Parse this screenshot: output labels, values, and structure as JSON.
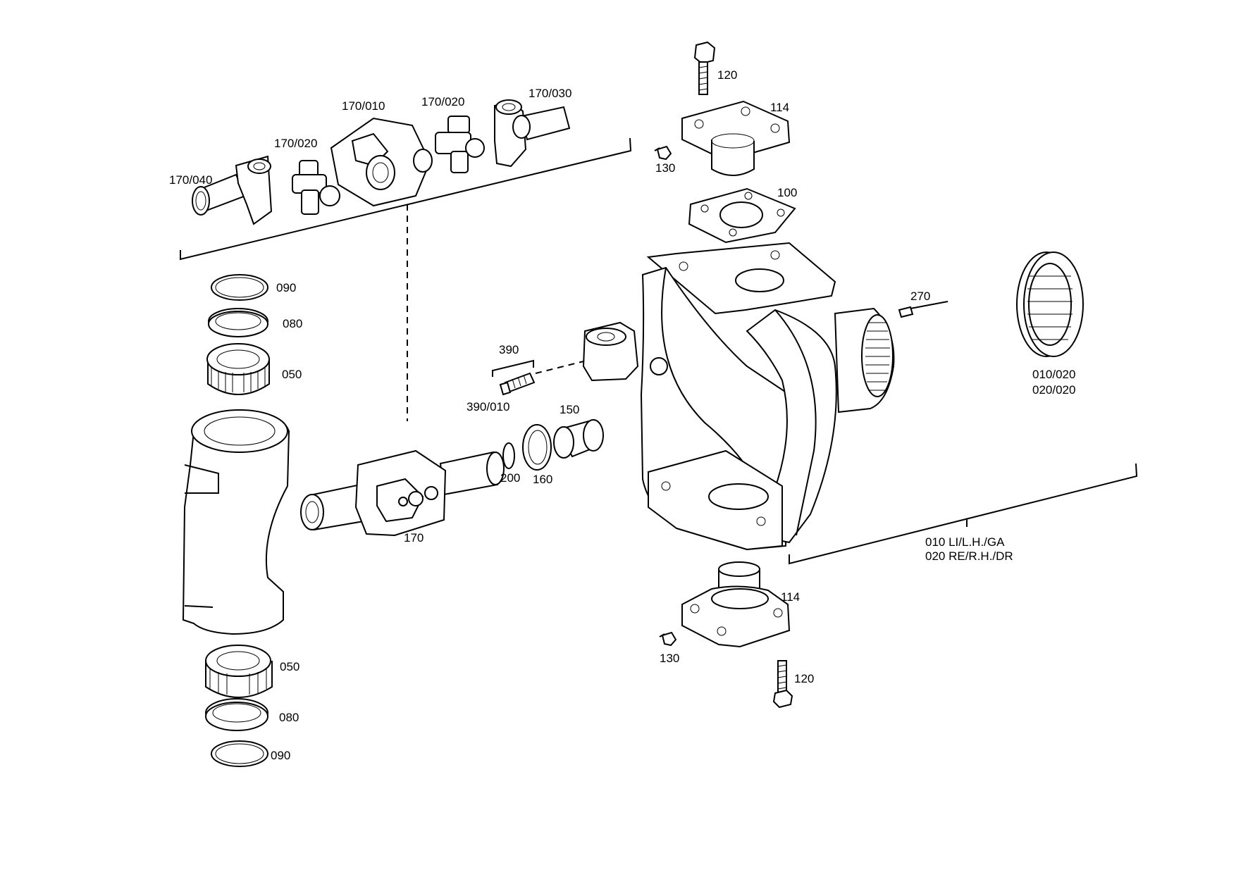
{
  "labels": {
    "p120_top": "120",
    "p114_top": "114",
    "p130_top": "130",
    "p100": "100",
    "p170_010": "170/010",
    "p170_020a": "170/020",
    "p170_030": "170/030",
    "p170_020b": "170/020",
    "p170_040": "170/040",
    "p090_top": "090",
    "p080_top": "080",
    "p050_top": "050",
    "p270": "270",
    "p010_020": "010/020",
    "p020_020": "020/020",
    "p390": "390",
    "p390_010": "390/010",
    "p150": "150",
    "p200": "200",
    "p160": "160",
    "p170": "170",
    "variant_010": "010 LI/L.H./GA",
    "variant_020": "020 RE/R.H./DR",
    "p114_bottom": "114",
    "p130_bottom": "130",
    "p120_bottom": "120",
    "p050_bottom": "050",
    "p080_bottom": "080",
    "p090_bottom": "090"
  }
}
